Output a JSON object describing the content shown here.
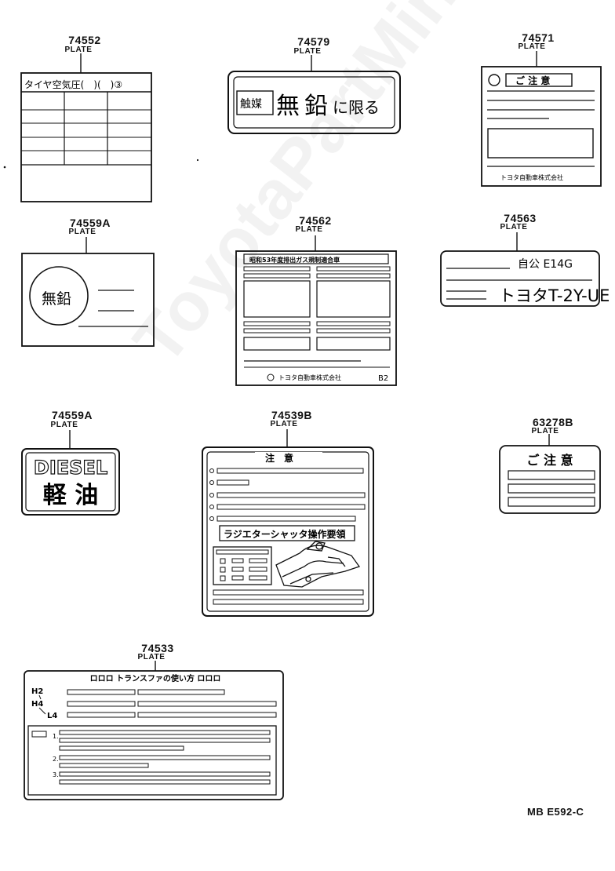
{
  "parts": [
    {
      "id": "p74552",
      "number": "74552",
      "label": "PLATE",
      "texts": {
        "t1": "タイヤ空気圧(　)(　)③"
      }
    },
    {
      "id": "p74579",
      "number": "74579",
      "label": "PLATE",
      "texts": {
        "t1": "触媒",
        "t2": "無",
        "t3": "鉛",
        "t4": "に限る"
      }
    },
    {
      "id": "p74571",
      "number": "74571",
      "label": "PLATE",
      "texts": {
        "t1": "ご 注 意",
        "t2": "トヨタ自動車株式会社"
      }
    },
    {
      "id": "p74559a_1",
      "number": "74559A",
      "label": "PLATE",
      "texts": {
        "t1": "無鉛"
      }
    },
    {
      "id": "p74562",
      "number": "74562",
      "label": "PLATE",
      "texts": {
        "t1": "昭和53年度排出ガス規制適合車",
        "t2": "トヨタ自動車株式会社",
        "t3": "B2"
      }
    },
    {
      "id": "p74563",
      "number": "74563",
      "label": "PLATE",
      "texts": {
        "t1": "自公 E14G",
        "t2": "トヨタT-2Y-UE"
      }
    },
    {
      "id": "p74559a_2",
      "number": "74559A",
      "label": "PLATE",
      "texts": {
        "t1": "DIESEL",
        "t2": "軽 油"
      }
    },
    {
      "id": "p74539b",
      "number": "74539B",
      "label": "PLATE",
      "texts": {
        "t1": "注　意",
        "t2": "ラジエターシャッタ操作要領"
      }
    },
    {
      "id": "p63278b",
      "number": "63278B",
      "label": "PLATE",
      "texts": {
        "t1": "ご 注 意"
      }
    },
    {
      "id": "p74533",
      "number": "74533",
      "label": "PLATE",
      "texts": {
        "t1": "ロロロ トランスファの使い方 ロロロ",
        "t2": "H2",
        "t3": "H4",
        "t4": "L4",
        "t5": "1.",
        "t6": "2.",
        "t7": "3."
      }
    }
  ],
  "drawing_ref": "MB E592-C",
  "watermark": "ToyotaPartMine.ru"
}
